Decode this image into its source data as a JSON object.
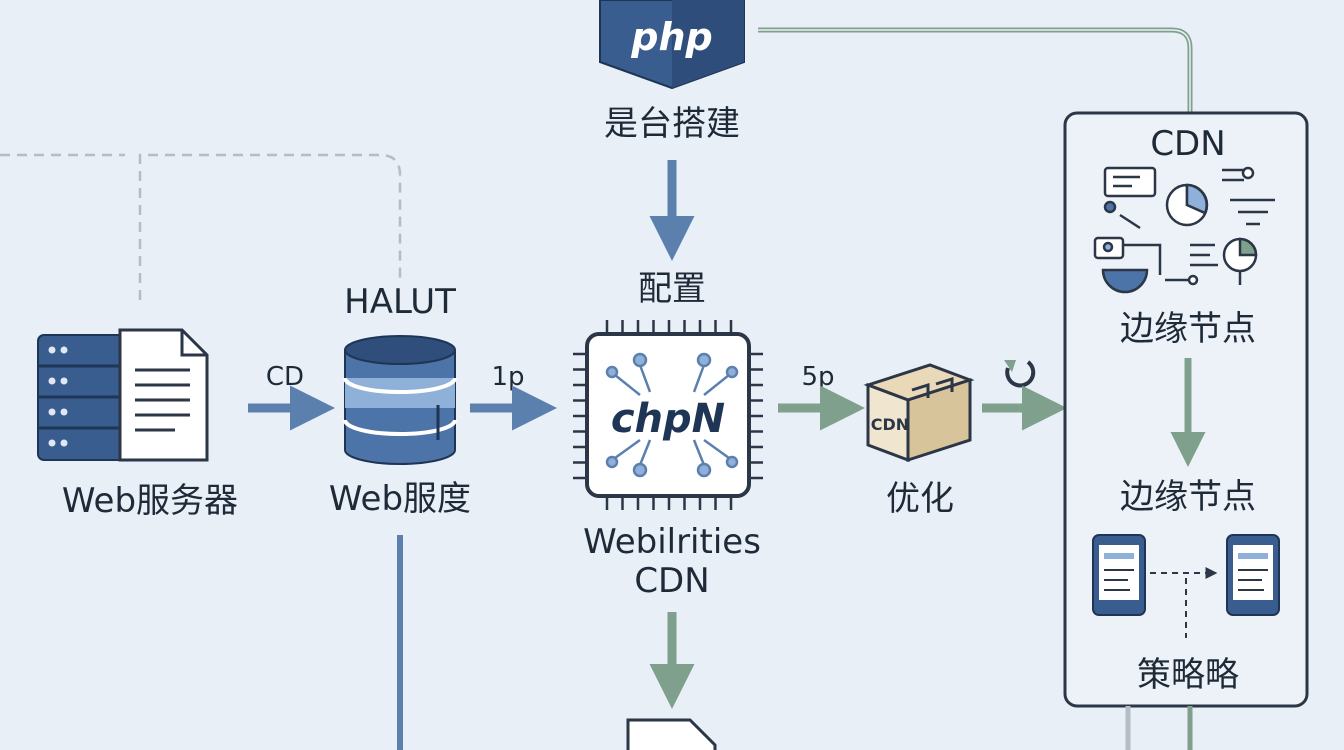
{
  "nodes": {
    "php": {
      "logo_text": "php",
      "label": "是台搭建"
    },
    "web_server": {
      "label": "Web服务器"
    },
    "halut": {
      "title": "HALUT",
      "label": "Web服度"
    },
    "chip": {
      "title": "配置",
      "logo_text": "chpN",
      "label_line1": "Webilrities",
      "label_line2": "CDN"
    },
    "cdn_box": {
      "logo_text": "CDN",
      "label": "优化"
    },
    "panel": {
      "title": "CDN",
      "label_top": "边缘节点",
      "label_mid": "边缘节点",
      "label_bottom": "策略略"
    }
  },
  "edges": {
    "server_to_halut": "CD",
    "halut_to_chip": "1p",
    "chip_to_cdn": "5p"
  },
  "colors": {
    "background": "#e8eff6",
    "navy": "#2f4e7c",
    "blue_mid": "#4d74a8",
    "blue_light": "#8fb0d8",
    "green_line": "#7fa08c",
    "outline": "#2b3646",
    "dashed": "#b4bcc6"
  }
}
